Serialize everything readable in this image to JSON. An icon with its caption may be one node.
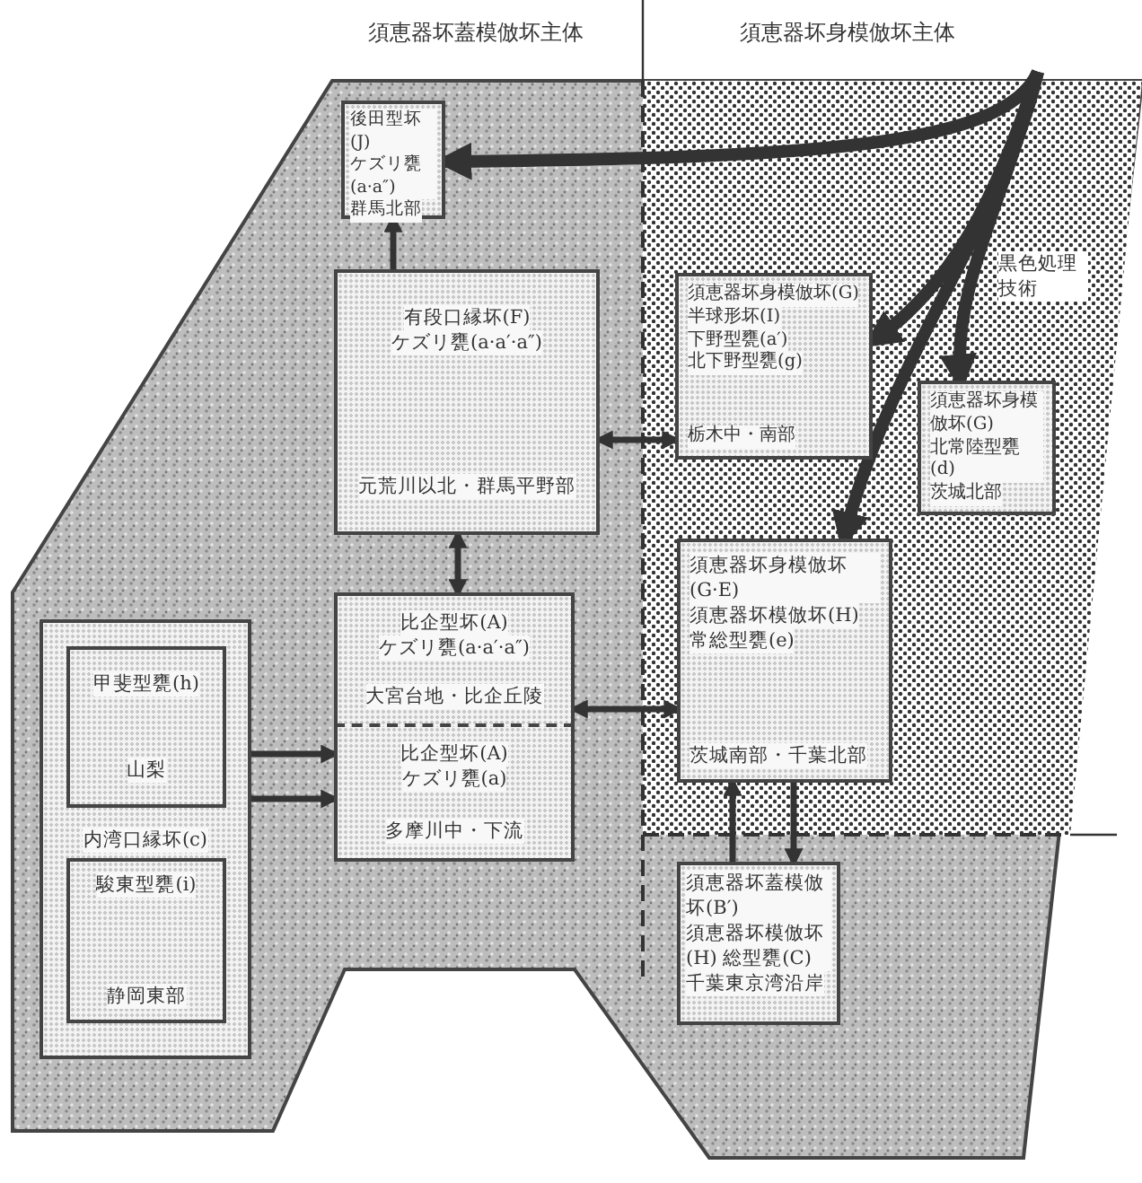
{
  "diagram": {
    "nodes": [
      {
        "text": [
          "後田型坏(J)",
          "ケズリ甕(a·a″)",
          "群馬北部"
        ]
      },
      {
        "text": [
          "有段口縁坏(F)",
          "ケズリ甕(a·a′·a″)",
          "元荒川以北・群馬平野部"
        ]
      },
      {
        "text": [
          "比企型坏(A)",
          "ケズリ甕(a·a′·a″)",
          "大宮台地・比企丘陵"
        ]
      },
      {
        "text": [
          "比企型坏(A)",
          "ケズリ甕(a)",
          "多摩川中・下流"
        ]
      },
      {
        "text": [
          "内湾口縁坏(c)"
        ]
      },
      {
        "text": [
          "甲斐型甕(h)",
          "山梨"
        ],
        "in": 4
      },
      {
        "text": [
          "駿東型甕(i)",
          "静岡東部"
        ],
        "in": 4
      },
      {
        "text": [
          "須恵器坏身模倣坏(G)",
          "半球形坏(I)",
          "下野型甕(a′)",
          "北下野型甕(g)",
          "栃木中・南部"
        ]
      },
      {
        "text": [
          "須恵器坏身模倣坏(G)",
          "北常陸型甕(d)",
          "茨城北部"
        ]
      },
      {
        "text": [
          "須恵器坏身模倣坏(G·E)",
          "須恵器坏模倣坏(H)",
          "常総型甕(e)",
          "茨城南部・千葉北部"
        ]
      },
      {
        "text": [
          "須恵器坏蓋模倣坏(B′)",
          "須恵器坏模倣坏(H) 総型甕(C)",
          "千葉東京湾沿岸"
        ]
      }
    ],
    "edges": [
      {
        "from": null,
        "to": 0,
        "arrow": "to",
        "style": "thick"
      },
      {
        "from": null,
        "to": 7,
        "arrow": "to",
        "style": "thick"
      },
      {
        "from": null,
        "to": 8,
        "arrow": "to",
        "style": "thick"
      },
      {
        "from": null,
        "to": 9,
        "arrow": "to",
        "style": "thick"
      },
      {
        "from": 1,
        "to": 0,
        "arrow": "to"
      },
      {
        "from": 1,
        "to": 2,
        "arrow": "both"
      },
      {
        "from": 1,
        "to": 7,
        "arrow": "both"
      },
      {
        "from": 2,
        "to": 9,
        "arrow": "both"
      },
      {
        "from": 4,
        "to": 3,
        "arrow": "to"
      },
      {
        "from": 4,
        "to": 3,
        "arrow": "to"
      },
      {
        "from": 10,
        "to": 9,
        "arrow": "to"
      },
      {
        "from": 9,
        "to": 10,
        "arrow": "to"
      }
    ],
    "labels": [
      "須恵器坏蓋模倣坏主体",
      "須恵器坏身模倣坏主体",
      "黒色処理技術"
    ]
  }
}
